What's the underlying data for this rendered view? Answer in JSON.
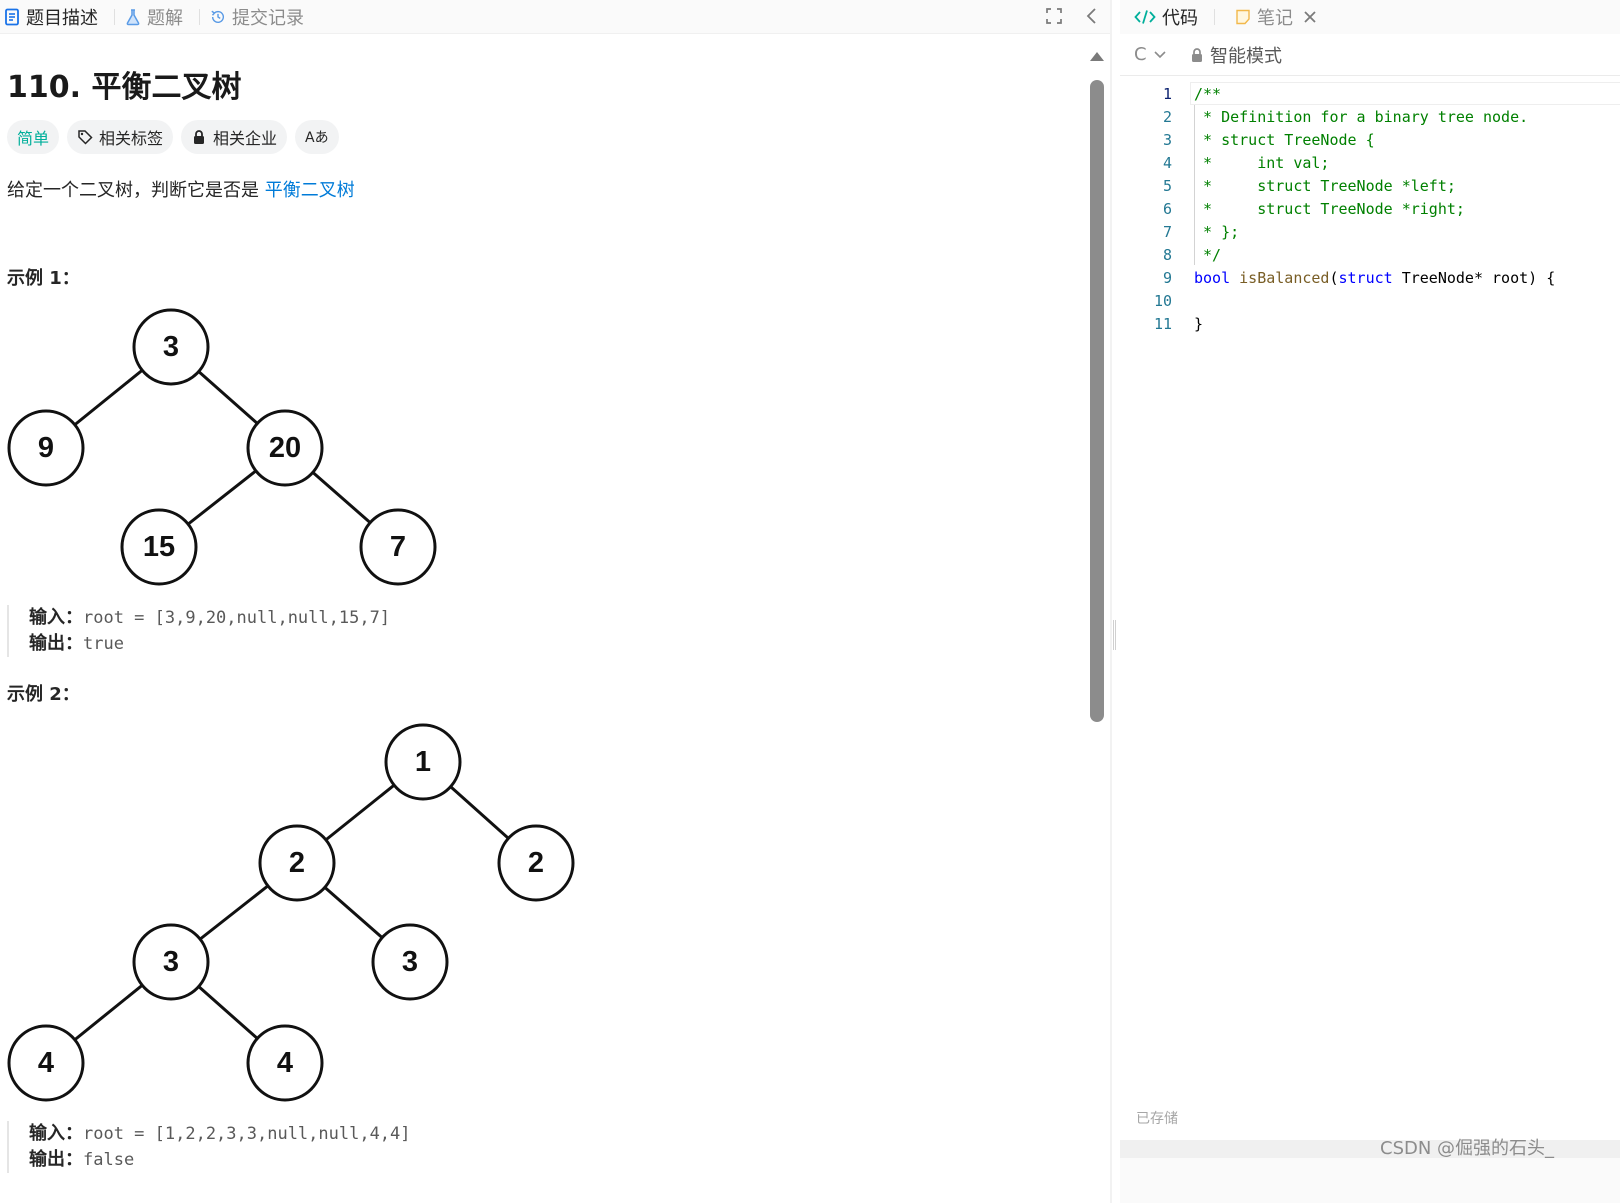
{
  "left_tabs": [
    {
      "label": "题目描述",
      "icon": "description-icon",
      "active": true
    },
    {
      "label": "题解",
      "icon": "flask-icon",
      "active": false
    },
    {
      "label": "提交记录",
      "icon": "history-icon",
      "active": false
    }
  ],
  "problem": {
    "title": "110. 平衡二叉树",
    "difficulty": "简单",
    "tags": [
      "相关标签",
      "相关企业"
    ],
    "translate_icon": "Aあ",
    "description": "给定一个二叉树，判断它是否是 ",
    "description_link": "平衡二叉树"
  },
  "examples": [
    {
      "title": "示例 1：",
      "tree_nodes": [
        "3",
        "9",
        "20",
        "15",
        "7"
      ],
      "input_label": "输入：",
      "input": "root = [3,9,20,null,null,15,7]",
      "output_label": "输出：",
      "output": "true"
    },
    {
      "title": "示例 2：",
      "tree_nodes": [
        "1",
        "2",
        "2",
        "3",
        "3",
        "4",
        "4"
      ],
      "input_label": "输入：",
      "input": "root = [1,2,2,3,3,null,null,4,4]",
      "output_label": "输出：",
      "output": "false"
    }
  ],
  "right_tabs": [
    {
      "label": "代码",
      "icon": "code-icon",
      "active": true
    },
    {
      "label": "笔记",
      "icon": "note-icon",
      "active": false
    }
  ],
  "toolbar": {
    "language": "C",
    "mode": "智能模式"
  },
  "editor": {
    "line_numbers": [
      "1",
      "2",
      "3",
      "4",
      "5",
      "6",
      "7",
      "8",
      "9",
      "10",
      "11"
    ],
    "lines": [
      [
        {
          "t": "/**",
          "c": "comment"
        }
      ],
      [
        {
          "t": " * Definition for a binary tree node.",
          "c": "comment"
        }
      ],
      [
        {
          "t": " * struct TreeNode {",
          "c": "comment"
        }
      ],
      [
        {
          "t": " *     int val;",
          "c": "comment"
        }
      ],
      [
        {
          "t": " *     struct TreeNode *left;",
          "c": "comment"
        }
      ],
      [
        {
          "t": " *     struct TreeNode *right;",
          "c": "comment"
        }
      ],
      [
        {
          "t": " * };",
          "c": "comment"
        }
      ],
      [
        {
          "t": " */",
          "c": "comment"
        }
      ],
      [
        {
          "t": "bool",
          "c": "kw"
        },
        {
          "t": " ",
          "c": "plain"
        },
        {
          "t": "isBalanced",
          "c": "fn"
        },
        {
          "t": "(",
          "c": "plain"
        },
        {
          "t": "struct",
          "c": "kw"
        },
        {
          "t": " TreeNode* root) {",
          "c": "plain"
        }
      ],
      [
        {
          "t": "",
          "c": "plain"
        }
      ],
      [
        {
          "t": "}",
          "c": "plain"
        }
      ]
    ]
  },
  "saved_status": "已存储",
  "watermark": "CSDN @倔强的石头_"
}
